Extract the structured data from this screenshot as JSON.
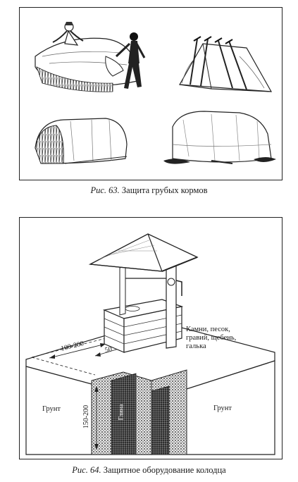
{
  "figure63": {
    "number": "Рис. 63.",
    "caption": "Защита грубых кормов"
  },
  "figure64": {
    "number": "Рис. 64.",
    "caption": "Защитное оборудование колодца",
    "labels": {
      "ground_left": "Грунт",
      "ground_right": "Грунт",
      "dim_outer": "100-200",
      "dim_inner": "50",
      "dim_depth": "150-200",
      "fill_material_line1": "Камни, песок,",
      "fill_material_line2": "гравий, щебень,",
      "fill_material_line3": "галька",
      "vertical_text": "Глина"
    }
  }
}
